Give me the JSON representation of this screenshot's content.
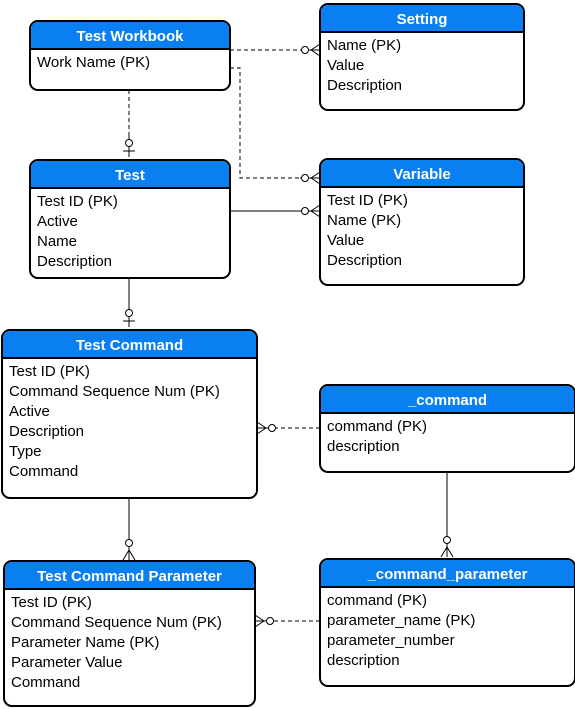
{
  "entities": {
    "test_workbook": {
      "title": "Test Workbook",
      "attrs": [
        "Work Name (PK)"
      ]
    },
    "setting": {
      "title": "Setting",
      "attrs": [
        "Name (PK)",
        "Value",
        "Description"
      ]
    },
    "test": {
      "title": "Test",
      "attrs": [
        "Test ID (PK)",
        "Active",
        "Name",
        "Description"
      ]
    },
    "variable": {
      "title": "Variable",
      "attrs": [
        "Test ID (PK)",
        "Name (PK)",
        "Value",
        "Description"
      ]
    },
    "test_command": {
      "title": "Test Command",
      "attrs": [
        "Test ID (PK)",
        "Command Sequence Num (PK)",
        "Active",
        "Description",
        "Type",
        "Command"
      ]
    },
    "command": {
      "title": "_command",
      "attrs": [
        "command (PK)",
        "description"
      ]
    },
    "test_command_parameter": {
      "title": "Test Command Parameter",
      "attrs": [
        "Test ID (PK)",
        "Command Sequence Num (PK)",
        "Parameter Name (PK)",
        "Parameter Value",
        "Command"
      ]
    },
    "command_parameter": {
      "title": "_command_parameter",
      "attrs": [
        "command (PK)",
        "parameter_name (PK)",
        "parameter_number",
        "description"
      ]
    }
  },
  "relationships": [
    {
      "from": "test_workbook",
      "to": "setting",
      "style": "dashed",
      "to_end": "zero-or-many"
    },
    {
      "from": "test_workbook",
      "to": "test",
      "style": "dashed",
      "to_end": "zero-or-one"
    },
    {
      "from": "test_workbook",
      "to": "variable",
      "style": "dashed",
      "to_end": "zero-or-many"
    },
    {
      "from": "test",
      "to": "variable",
      "style": "solid",
      "to_end": "zero-or-many"
    },
    {
      "from": "test",
      "to": "test_command",
      "style": "solid",
      "to_end": "zero-or-one"
    },
    {
      "from": "command",
      "to": "test_command",
      "style": "dashed",
      "to_end": "zero-or-many"
    },
    {
      "from": "test_command",
      "to": "test_command_parameter",
      "style": "solid",
      "to_end": "zero-or-many"
    },
    {
      "from": "command",
      "to": "command_parameter",
      "style": "solid",
      "to_end": "zero-or-many"
    },
    {
      "from": "command_parameter",
      "to": "test_command_parameter",
      "style": "dashed",
      "to_end": "zero-or-many"
    }
  ],
  "colors": {
    "header": "#0a7ff2",
    "header_text": "#ffffff",
    "border": "#000000"
  }
}
